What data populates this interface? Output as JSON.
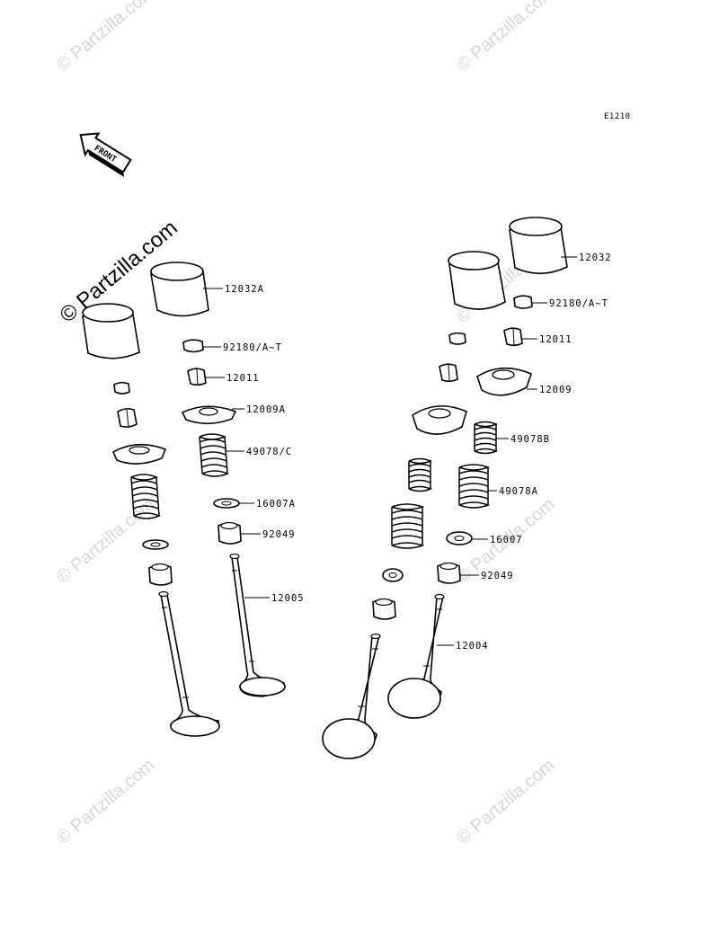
{
  "diagram_code": "E1210",
  "front_label": "FRONT",
  "watermark_text": "© Partzilla.com",
  "labels": {
    "p12032a": "12032A",
    "p92180a": "92180/A~T",
    "p12011a": "12011",
    "p12009a": "12009A",
    "p49078c": "49078/C",
    "p16007a": "16007A",
    "p92049a": "92049",
    "p12005": "12005",
    "p12032": "12032",
    "p92180b": "92180/A~T",
    "p12011b": "12011",
    "p12009": "12009",
    "p49078b": "49078B",
    "p49078a": "49078A",
    "p16007": "16007",
    "p92049b": "92049",
    "p12004": "12004"
  },
  "colors": {
    "line": "#000000",
    "watermark": "#d6d6d6",
    "background": "#ffffff"
  }
}
